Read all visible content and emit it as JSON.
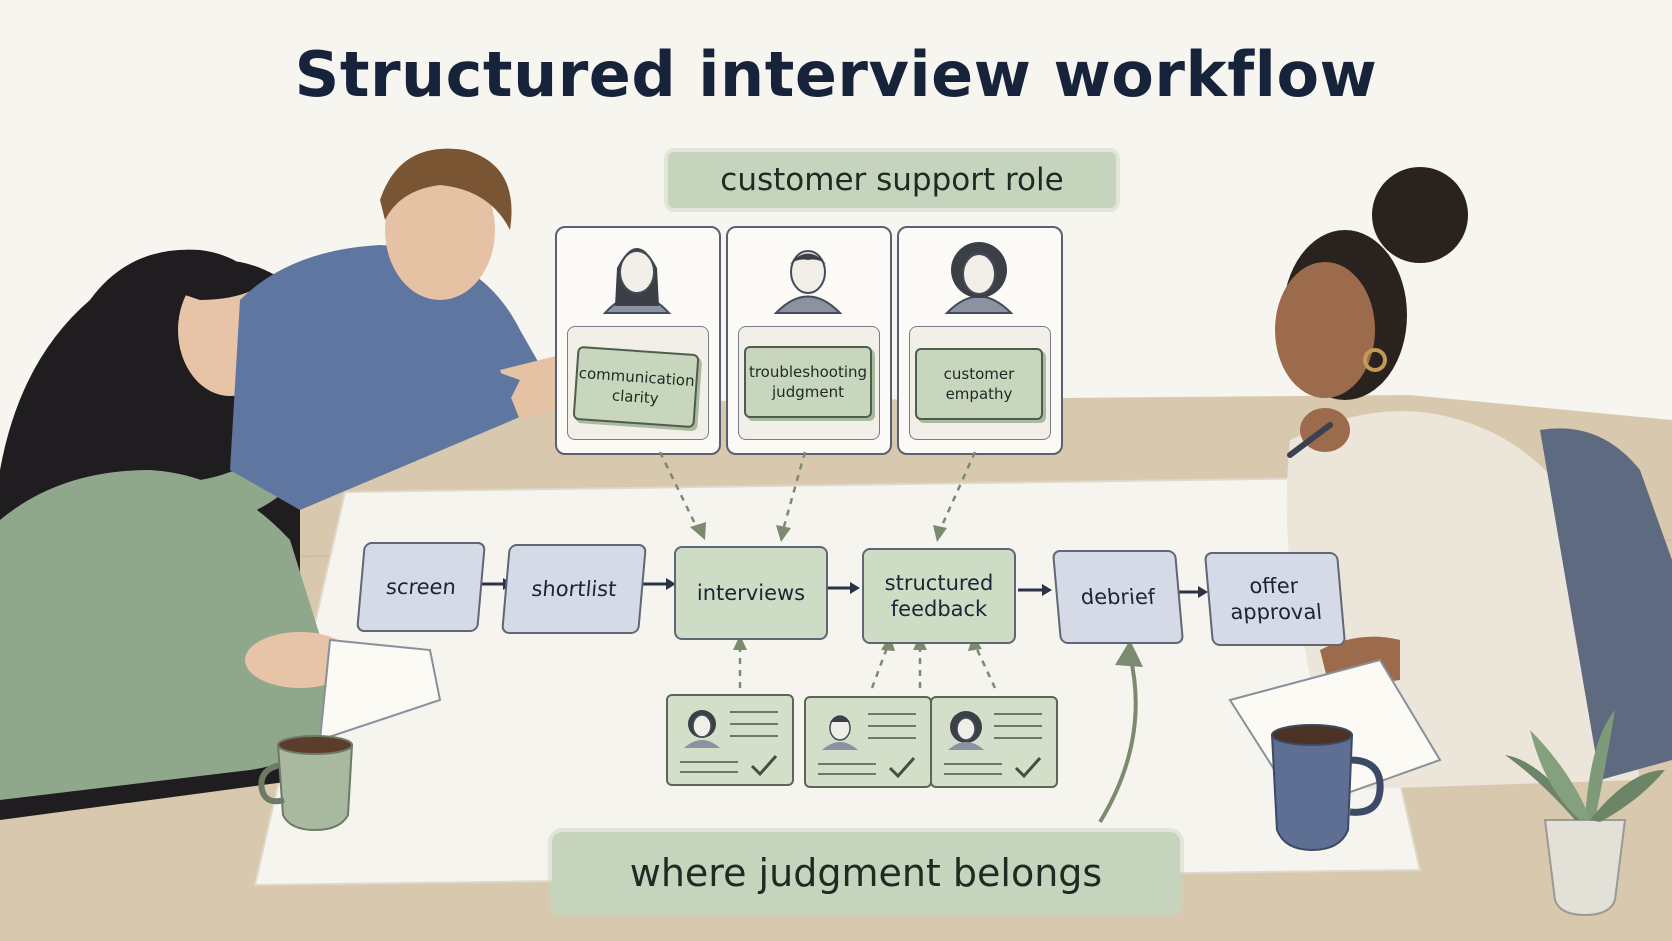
{
  "title": "Structured interview workflow",
  "role_label": "customer support role",
  "footer_label": "where judgment belongs",
  "skill_cards": [
    {
      "line1": "communication",
      "line2": "clarity"
    },
    {
      "line1": "troubleshooting",
      "line2": "judgment"
    },
    {
      "line1": "customer",
      "line2": "empathy"
    }
  ],
  "workflow_steps": [
    {
      "line1": "screen",
      "line2": ""
    },
    {
      "line1": "shortlist",
      "line2": ""
    },
    {
      "line1": "interviews",
      "line2": ""
    },
    {
      "line1": "structured",
      "line2": "feedback"
    },
    {
      "line1": "debrief",
      "line2": ""
    },
    {
      "line1": "offer",
      "line2": "approval"
    }
  ],
  "colors": {
    "background": "#f7f5f0",
    "table": "#d8c8ae",
    "paper": "#f6f4ee",
    "sage": "#c8d6bd",
    "slate_blue": "#d5dae6",
    "ink": "#16233a",
    "arrow": "#7c8a70"
  }
}
